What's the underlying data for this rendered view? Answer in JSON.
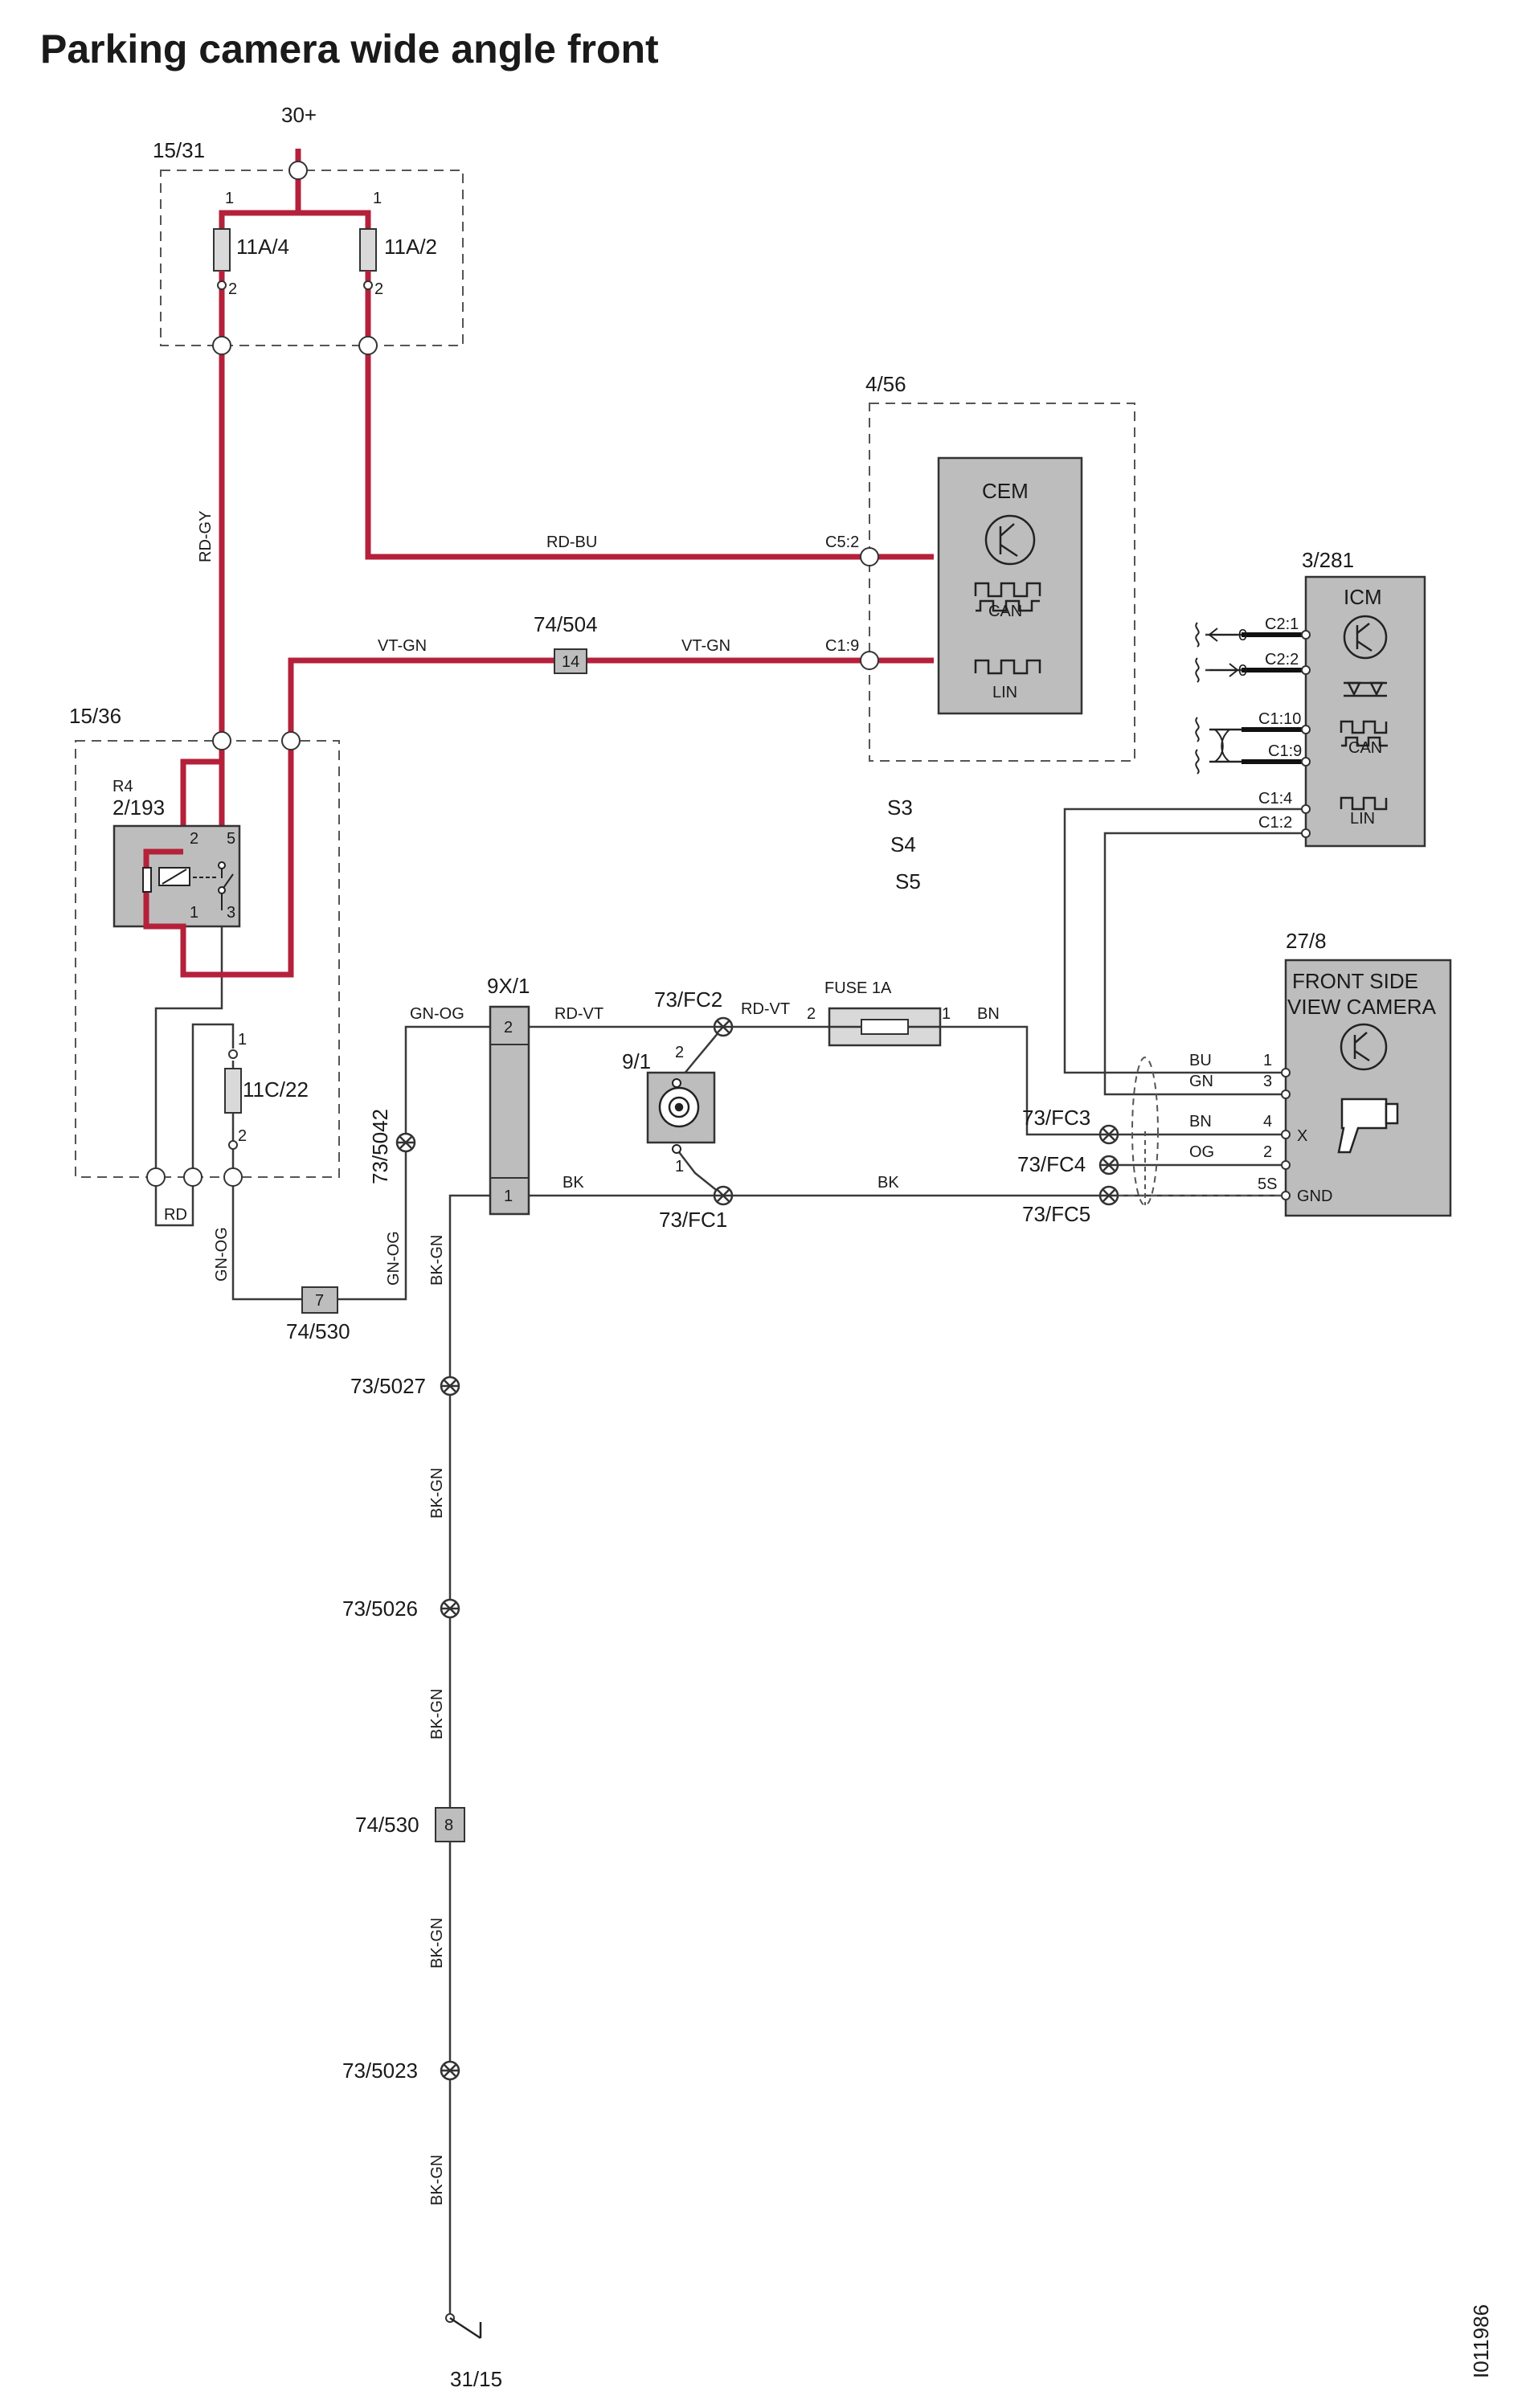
{
  "title": "Parking camera wide angle front",
  "doc_id": "I011986",
  "colors": {
    "power": "#b5203a",
    "wire": "#3a3a3a",
    "box_fill": "#bdbdbd"
  },
  "boxes": {
    "b1531": "15/31",
    "b456": "4/56",
    "b3281": "3/281",
    "b1536": "15/36",
    "b278": "27/8"
  },
  "labels": {
    "l30": "30+",
    "fuse11a4": "11A/4",
    "fuse11a2": "11A/2",
    "fuse11c22": "11C/22",
    "pin1a": "1",
    "pin2a": "2",
    "pin1b": "1",
    "pin2b": "2",
    "rdgy": "RD-GY",
    "rdbu": "RD-BU",
    "vtgn1": "VT-GN",
    "vtgn2": "VT-GN",
    "c52": "C5:2",
    "c19": "C1:9",
    "c74504": "74/504",
    "c74504_pin": "14",
    "cem": "CEM",
    "cem_can": "CAN",
    "cem_lin": "LIN",
    "icm": "ICM",
    "icm_can": "CAN",
    "icm_lin": "LIN",
    "c21": "C2:1",
    "c22": "C2:2",
    "c110": "C1:10",
    "c19b": "C1:9",
    "c14": "C1:4",
    "c12": "C1:2",
    "zero1": "0",
    "zero2": "0",
    "s3": "S3",
    "s4": "S4",
    "s5": "S5",
    "r4": "R4",
    "r2193": "2/193",
    "rp2": "2",
    "rp5": "5",
    "rp1": "1",
    "rp3": "3",
    "f11c_p1": "1",
    "f11c_p2": "2",
    "rd": "RD",
    "gnog1": "GN-OG",
    "gnog2": "GN-OG",
    "gnog3": "GN-OG",
    "c74530a": "74/530",
    "c74530a_pin": "7",
    "s5042": "73/5042",
    "x91": "9X/1",
    "x91_p2": "2",
    "x91_p1": "1",
    "rdvt1": "RD-VT",
    "rdvt2": "RD-VT",
    "bk1": "BK",
    "bk2": "BK",
    "bn": "BN",
    "fc2": "73/FC2",
    "fc1": "73/FC1",
    "fc3": "73/FC3",
    "fc4": "73/FC4",
    "fc5": "73/FC5",
    "c91": "9/1",
    "c91_p2": "2",
    "c91_p1": "1",
    "fuse1a": "FUSE 1A",
    "fuse1a_p2": "2",
    "fuse1a_p1": "1",
    "cam_line1": "FRONT SIDE",
    "cam_line2": "VIEW CAMERA",
    "w_bu": "BU",
    "w_gn": "GN",
    "w_bn": "BN",
    "w_og": "OG",
    "cp1": "1",
    "cp3": "3",
    "cp4": "4",
    "cp2": "2",
    "cp5s": "5S",
    "cam_x": "X",
    "cam_gnd": "GND",
    "bkgn1": "BK-GN",
    "bkgn2": "BK-GN",
    "bkgn3": "BK-GN",
    "bkgn4": "BK-GN",
    "bkgn5": "BK-GN",
    "s5027": "73/5027",
    "s5026": "73/5026",
    "c74530b": "74/530",
    "c74530b_pin": "8",
    "s5023": "73/5023",
    "gnd3115": "31/15"
  }
}
